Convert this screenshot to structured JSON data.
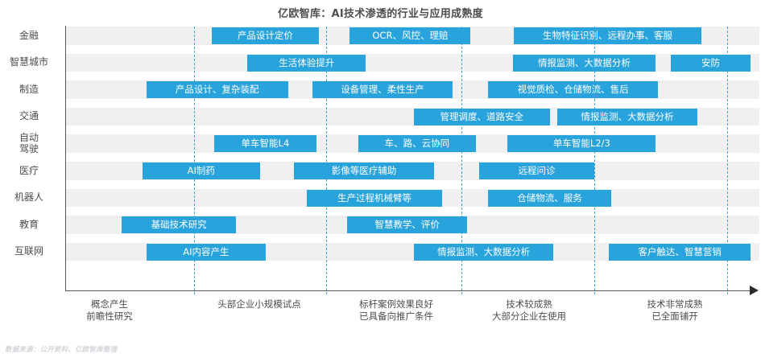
{
  "title": "亿欧智库：AI技术渗透的行业与应用成熟度",
  "source_note": "数据来源：公开资料、亿欧智库整理",
  "colors": {
    "bar": "#29a3dc",
    "band": "#f0f0f0",
    "gridline": "#3aa6d8",
    "axis": "#595959",
    "text": "#4d4d4d"
  },
  "chart_data": {
    "type": "bar",
    "title": "亿欧智库：AI技术渗透的行业与应用成熟度",
    "xlabel": "",
    "ylabel": "",
    "orientation": "horizontal",
    "grid": "vertical-dashed",
    "legend": "none",
    "xlim": [
      0,
      5
    ],
    "x_stage_ticks": [
      {
        "index": 1,
        "lines": [
          "概念产生",
          "前瞻性研究"
        ]
      },
      {
        "index": 2,
        "lines": [
          "头部企业小规模试点"
        ]
      },
      {
        "index": 3,
        "lines": [
          "标杆案例效果良好",
          "已具备向推广条件"
        ]
      },
      {
        "index": 4,
        "lines": [
          "技术较成熟",
          "大部分企业在使用"
        ]
      },
      {
        "index": 5,
        "lines": [
          "技术非常成熟",
          "已全面铺开"
        ]
      }
    ],
    "categories": [
      "金融",
      "智慧城市",
      "制造",
      "交通",
      "自动驾驶",
      "医疗",
      "机器人",
      "教育",
      "互联网"
    ],
    "rows": [
      {
        "category": "金融",
        "label_lines": [
          "金融"
        ],
        "bars": [
          {
            "label": "产品设计定价",
            "start": 1.18,
            "end": 2.05
          },
          {
            "label": "OCR、风控、理赔",
            "start": 2.3,
            "end": 3.28
          },
          {
            "label": "生物特征识别、远程办事、客服",
            "start": 3.63,
            "end": 5.15
          }
        ]
      },
      {
        "category": "智慧城市",
        "label_lines": [
          "智慧城市"
        ],
        "bars": [
          {
            "label": "生活体验提升",
            "start": 1.47,
            "end": 2.43
          },
          {
            "label": "情报监测、大数据分析",
            "start": 3.62,
            "end": 4.78
          },
          {
            "label": "安防",
            "start": 4.9,
            "end": 5.55
          }
        ]
      },
      {
        "category": "制造",
        "label_lines": [
          "制造"
        ],
        "bars": [
          {
            "label": "产品设计、复杂装配",
            "start": 0.65,
            "end": 1.8
          },
          {
            "label": "设备管理、柔性生产",
            "start": 2.0,
            "end": 3.13
          },
          {
            "label": "视觉质检、仓储物流、售后",
            "start": 3.42,
            "end": 4.8
          }
        ]
      },
      {
        "category": "交通",
        "label_lines": [
          "交通"
        ],
        "bars": [
          {
            "label": "管理调度、道路安全",
            "start": 2.82,
            "end": 3.92
          },
          {
            "label": "情报监测、大数据分析",
            "start": 3.98,
            "end": 5.12
          }
        ]
      },
      {
        "category": "自动驾驶",
        "label_lines": [
          "自动",
          "驾驶"
        ],
        "bars": [
          {
            "label": "单车智能L4",
            "start": 1.2,
            "end": 2.03
          },
          {
            "label": "车、路、云协同",
            "start": 2.37,
            "end": 3.32
          },
          {
            "label": "单车智能L2/3",
            "start": 3.58,
            "end": 4.78
          }
        ]
      },
      {
        "category": "医疗",
        "label_lines": [
          "医疗"
        ],
        "bars": [
          {
            "label": "AI制药",
            "start": 0.62,
            "end": 1.57
          },
          {
            "label": "影像等医疗辅助",
            "start": 1.85,
            "end": 2.98
          },
          {
            "label": "远程问诊",
            "start": 3.35,
            "end": 4.28
          }
        ]
      },
      {
        "category": "机器人",
        "label_lines": [
          "机器人"
        ],
        "bars": [
          {
            "label": "生产过程机械臂等",
            "start": 1.95,
            "end": 3.05
          },
          {
            "label": "仓储物流、服务",
            "start": 3.42,
            "end": 4.42
          }
        ]
      },
      {
        "category": "教育",
        "label_lines": [
          "教育"
        ],
        "bars": [
          {
            "label": "基础技术研究",
            "start": 0.45,
            "end": 1.38
          },
          {
            "label": "智慧教学、评价",
            "start": 2.28,
            "end": 3.25
          }
        ]
      },
      {
        "category": "互联网",
        "label_lines": [
          "互联网"
        ],
        "bars": [
          {
            "label": "AI内容产生",
            "start": 0.65,
            "end": 1.62
          },
          {
            "label": "情报监测、大数据分析",
            "start": 2.82,
            "end": 3.95
          },
          {
            "label": "客户触达、智慧营销",
            "start": 4.4,
            "end": 5.55
          }
        ]
      }
    ]
  }
}
